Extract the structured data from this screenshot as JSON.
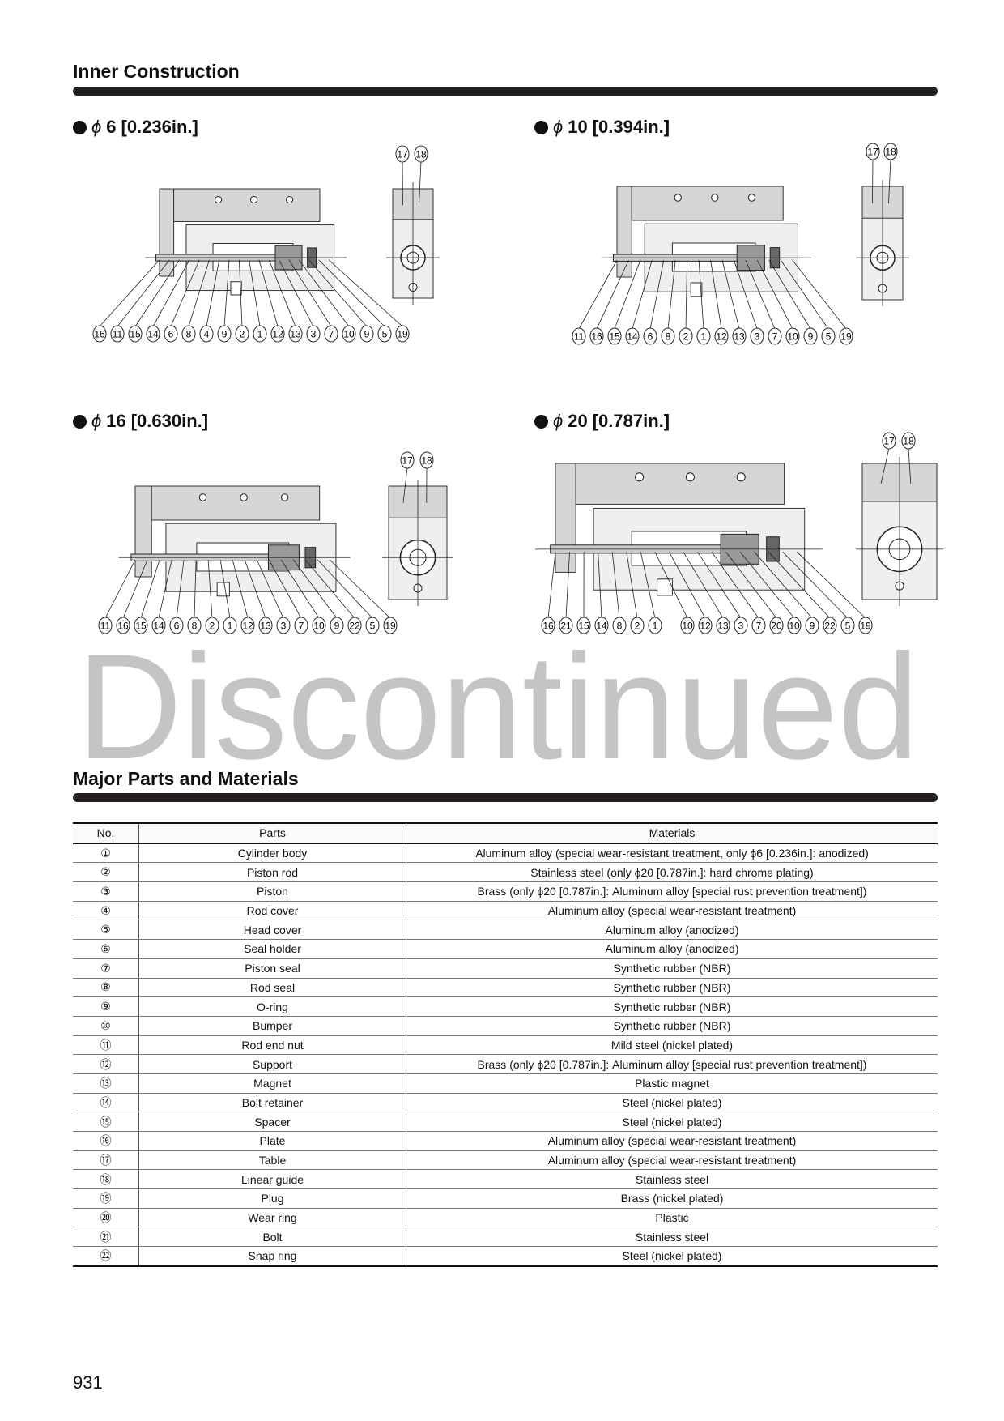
{
  "sections": {
    "inner_construction": "Inner Construction",
    "major_parts": "Major Parts and Materials"
  },
  "watermark": "Discontinued",
  "diagrams": [
    {
      "symbol": "ϕ",
      "size": "6",
      "inch": "[0.236in.]",
      "top_labels": [
        "17",
        "18"
      ],
      "bottom_labels": [
        "16",
        "11",
        "15",
        "14",
        "6",
        "8",
        "4",
        "9",
        "2",
        "1",
        "12",
        "13",
        "3",
        "7",
        "10",
        "9",
        "5",
        "19"
      ]
    },
    {
      "symbol": "ϕ",
      "size": "10",
      "inch": "[0.394in.]",
      "top_labels": [
        "17",
        "18"
      ],
      "bottom_labels": [
        "11",
        "16",
        "15",
        "14",
        "6",
        "8",
        "2",
        "1",
        "12",
        "13",
        "3",
        "7",
        "10",
        "9",
        "5",
        "19"
      ]
    },
    {
      "symbol": "ϕ",
      "size": "16",
      "inch": "[0.630in.]",
      "top_labels": [
        "17",
        "18"
      ],
      "bottom_labels": [
        "11",
        "16",
        "15",
        "14",
        "6",
        "8",
        "2",
        "1",
        "12",
        "13",
        "3",
        "7",
        "10",
        "9",
        "22",
        "5",
        "19"
      ]
    },
    {
      "symbol": "ϕ",
      "size": "20",
      "inch": "[0.787in.]",
      "top_labels": [
        "17",
        "18"
      ],
      "bottom_labels": [
        "16",
        "21",
        "15",
        "14",
        "8",
        "2",
        "1",
        "10",
        "12",
        "13",
        "3",
        "7",
        "20",
        "10",
        "9",
        "22",
        "5",
        "19"
      ]
    }
  ],
  "table": {
    "headers": {
      "no": "No.",
      "parts": "Parts",
      "materials": "Materials"
    },
    "rows": [
      {
        "no": "①",
        "part": "Cylinder  body",
        "material": "Aluminum alloy (special wear-resistant treatment, only  ϕ6 [0.236in.]: anodized)"
      },
      {
        "no": "②",
        "part": "Piston rod",
        "material": "Stainless steel (only  ϕ20 [0.787in.]: hard chrome plating)"
      },
      {
        "no": "③",
        "part": "Piston",
        "material": "Brass (only  ϕ20 [0.787in.]: Aluminum alloy [special rust prevention treatment])"
      },
      {
        "no": "④",
        "part": "Rod cover",
        "material": "Aluminum alloy (special wear-resistant treatment)"
      },
      {
        "no": "⑤",
        "part": "Head cover",
        "material": "Aluminum alloy (anodized)"
      },
      {
        "no": "⑥",
        "part": "Seal holder",
        "material": "Aluminum alloy (anodized)"
      },
      {
        "no": "⑦",
        "part": "Piston seal",
        "material": "Synthetic rubber (NBR)"
      },
      {
        "no": "⑧",
        "part": "Rod seal",
        "material": "Synthetic rubber (NBR)"
      },
      {
        "no": "⑨",
        "part": "O-ring",
        "material": "Synthetic rubber (NBR)"
      },
      {
        "no": "⑩",
        "part": "Bumper",
        "material": "Synthetic rubber (NBR)"
      },
      {
        "no": "⑪",
        "part": "Rod end nut",
        "material": "Mild steel (nickel plated)"
      },
      {
        "no": "⑫",
        "part": "Support",
        "material": "Brass (only  ϕ20 [0.787in.]: Aluminum alloy [special rust prevention treatment])"
      },
      {
        "no": "⑬",
        "part": "Magnet",
        "material": "Plastic magnet"
      },
      {
        "no": "⑭",
        "part": "Bolt retainer",
        "material": "Steel (nickel plated)"
      },
      {
        "no": "⑮",
        "part": "Spacer",
        "material": "Steel (nickel plated)"
      },
      {
        "no": "⑯",
        "part": "Plate",
        "material": "Aluminum alloy (special wear-resistant treatment)"
      },
      {
        "no": "⑰",
        "part": "Table",
        "material": "Aluminum alloy (special wear-resistant treatment)"
      },
      {
        "no": "⑱",
        "part": "Linear guide",
        "material": "Stainless steel"
      },
      {
        "no": "⑲",
        "part": "Plug",
        "material": "Brass (nickel plated)"
      },
      {
        "no": "⑳",
        "part": "Wear ring",
        "material": "Plastic"
      },
      {
        "no": "㉑",
        "part": "Bolt",
        "material": "Stainless steel"
      },
      {
        "no": "㉒",
        "part": "Snap ring",
        "material": "Steel (nickel plated)"
      }
    ]
  },
  "page_number": "931"
}
